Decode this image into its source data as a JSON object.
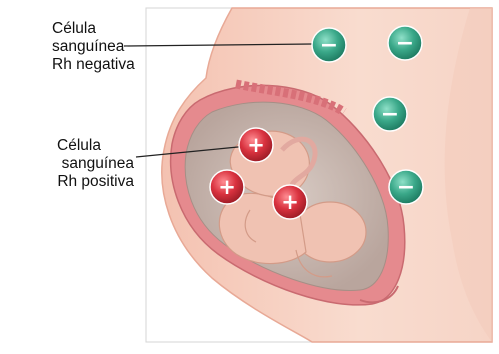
{
  "labels": {
    "negative": [
      "Célula",
      "sanguínea",
      "Rh negativa"
    ],
    "positive": [
      "Célula",
      "sanguínea",
      "Rh positiva"
    ]
  },
  "cells": {
    "negative_symbol": "−",
    "positive_symbol": "+",
    "negative_count": 4,
    "positive_count": 3
  },
  "colors": {
    "negative_fill": "#3aa889",
    "positive_fill": "#d9323f",
    "skin": "#f7d3c4",
    "skin_edge": "#e8a996",
    "uterus": "#e58a8e",
    "amniotic": "#c4b5ad",
    "fetus": "#f0c2b2",
    "pointer_line": "#222222",
    "panel_border": "#d5d5d5"
  }
}
